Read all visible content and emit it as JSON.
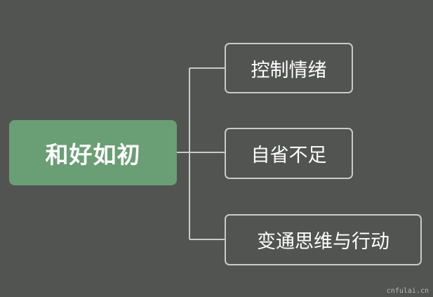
{
  "mindmap": {
    "root": {
      "label": "和好如初"
    },
    "branches": [
      {
        "label": "控制情绪"
      },
      {
        "label": "自省不足"
      },
      {
        "label": "变通思维与行动"
      }
    ]
  },
  "watermark": "cnfulai.cn",
  "colors": {
    "background": "#525451",
    "root_fill": "#6a9e74",
    "branch_border": "#c9cbc7",
    "connector": "#c9cbc7",
    "text": "#ffffff"
  }
}
